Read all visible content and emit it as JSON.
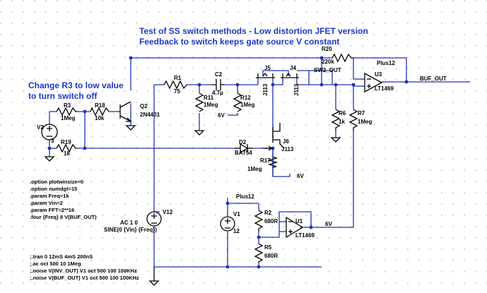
{
  "title_line1": "Test of SS switch methods - Low distortion JFET version",
  "title_line2": "Feedback to switch keeps gate source V constant",
  "note_line1": "Change R3 to low value",
  "note_line2": "to turn switch off",
  "components": {
    "R1": {
      "name": "R1",
      "value": "75"
    },
    "C2": {
      "name": "C2",
      "value": "4.7µ"
    },
    "R11": {
      "name": "R11",
      "value": "1Meg"
    },
    "R12": {
      "name": "R12",
      "value": "1Meg"
    },
    "R3": {
      "name": "R3",
      "value": "1Meg"
    },
    "R18": {
      "name": "R18",
      "value": "10k"
    },
    "R19": {
      "name": "R19",
      "value": "1k"
    },
    "Q2": {
      "name": "Q2",
      "value": "2N4401"
    },
    "V2": {
      "name": "V2",
      "value": "3"
    },
    "R20": {
      "name": "R20",
      "value": "220k"
    },
    "U3": {
      "name": "U3",
      "value": "LT1469"
    },
    "J5": {
      "name": "J5",
      "value": "J113"
    },
    "J4": {
      "name": "J4",
      "value": "J113"
    },
    "R6": {
      "name": "R6",
      "value": "1k"
    },
    "R7": {
      "name": "R7",
      "value": "1Meg"
    },
    "D2": {
      "name": "D2",
      "value": "BAT54"
    },
    "J6": {
      "name": "J6",
      "value": "J113"
    },
    "R17": {
      "name": "R17",
      "value": "1Meg"
    },
    "V12": {
      "name": "V12",
      "line1": "AC 1 0",
      "line2": "SINE(0 {Vin} {Freq})"
    },
    "V1": {
      "name": "V1",
      "value": "12"
    },
    "R2": {
      "name": "R2",
      "value": "680R"
    },
    "R5": {
      "name": "R5",
      "value": "680R"
    },
    "U1": {
      "name": "U1",
      "value": "LT1469"
    }
  },
  "nets": {
    "buf_out": "BUF_OUT",
    "sw2_out": "SW2_OUT",
    "plus12_top": "Plus12",
    "plus12_mid": "Plus12",
    "v6_a": "6V",
    "v6_b": "6V",
    "v6_c": "6V"
  },
  "directives_top": [
    ".option plotwinsize=0",
    ".option numdgt=15",
    ".param Freq=1k",
    ".param Vin=2",
    ".param FFT=2**16",
    ".four {Freq} 8 V(BUF_OUT)"
  ],
  "directives_bottom": [
    ";.tran 0 12mS 4mS 200nS",
    ";.ac oct 500 10 1Meg",
    ";.noise V(INV_OUT) V1 oct 500 100 100KHz",
    ";.noise V(BUF_OUT) V1 oct 500 100 100KHz"
  ]
}
